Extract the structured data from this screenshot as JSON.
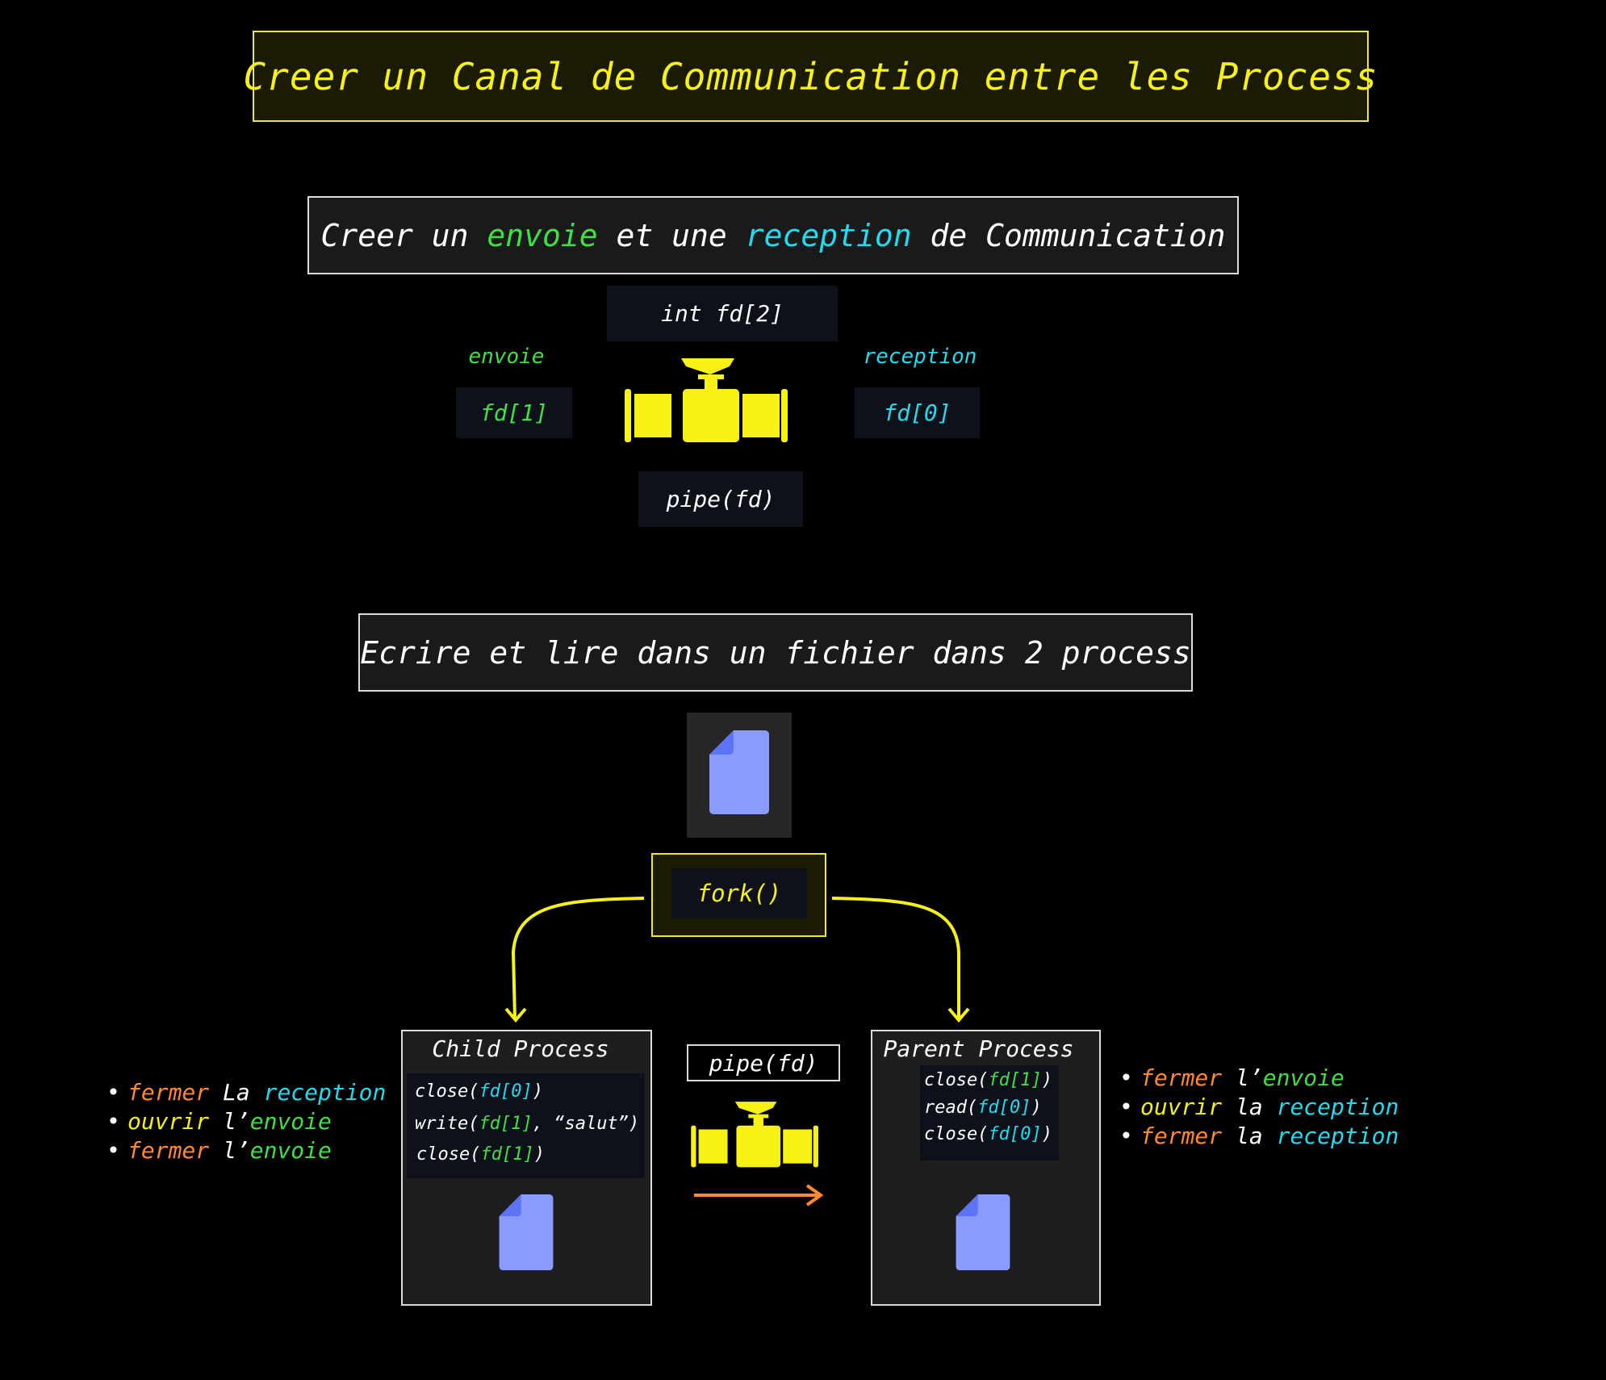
{
  "title": "Creer un Canal de Communication entre les Process",
  "section1": {
    "parts": [
      "Creer un ",
      "envoie",
      " et une ",
      "reception",
      " de Communication"
    ],
    "int_fd": "int fd[2]",
    "envoie_label": "envoie",
    "reception_label": "reception",
    "fd_write": "fd[1]",
    "fd_read": "fd[0]",
    "pipe_call": "pipe(fd)"
  },
  "section2": {
    "title": "Ecrire et lire dans un fichier dans 2 process",
    "fork": "fork()",
    "pipe_call": "pipe(fd)",
    "child": {
      "title": "Child Process",
      "lines": [
        [
          "close(",
          "fd[0]",
          ")"
        ],
        [
          "write(",
          "fd[1]",
          ", “salut”)"
        ],
        [
          "close(",
          "fd[1]",
          ")"
        ]
      ],
      "bullets": [
        [
          "fermer",
          " La ",
          "reception"
        ],
        [
          "ouvrir",
          " l’",
          "envoie"
        ],
        [
          "fermer",
          " l’",
          "envoie"
        ]
      ]
    },
    "parent": {
      "title": "Parent Process",
      "lines": [
        [
          "close(",
          "fd[1]",
          ")"
        ],
        [
          "read(",
          "fd[0]",
          ")"
        ],
        [
          "close(",
          "fd[0]",
          ")"
        ]
      ],
      "bullets": [
        [
          "fermer",
          " l’",
          "envoie"
        ],
        [
          "ouvrir",
          " la ",
          "reception"
        ],
        [
          "fermer",
          " la ",
          "reception"
        ]
      ]
    }
  },
  "colors": {
    "accent_yellow": "#f7f115",
    "envoie_green": "#3fe046",
    "reception_cyan": "#22dbef",
    "fermer_orange": "#ff8a2e",
    "file_blue": "#8a9bff"
  },
  "icons": [
    "valve-pipe-icon",
    "file-icon",
    "arrow-icon"
  ]
}
